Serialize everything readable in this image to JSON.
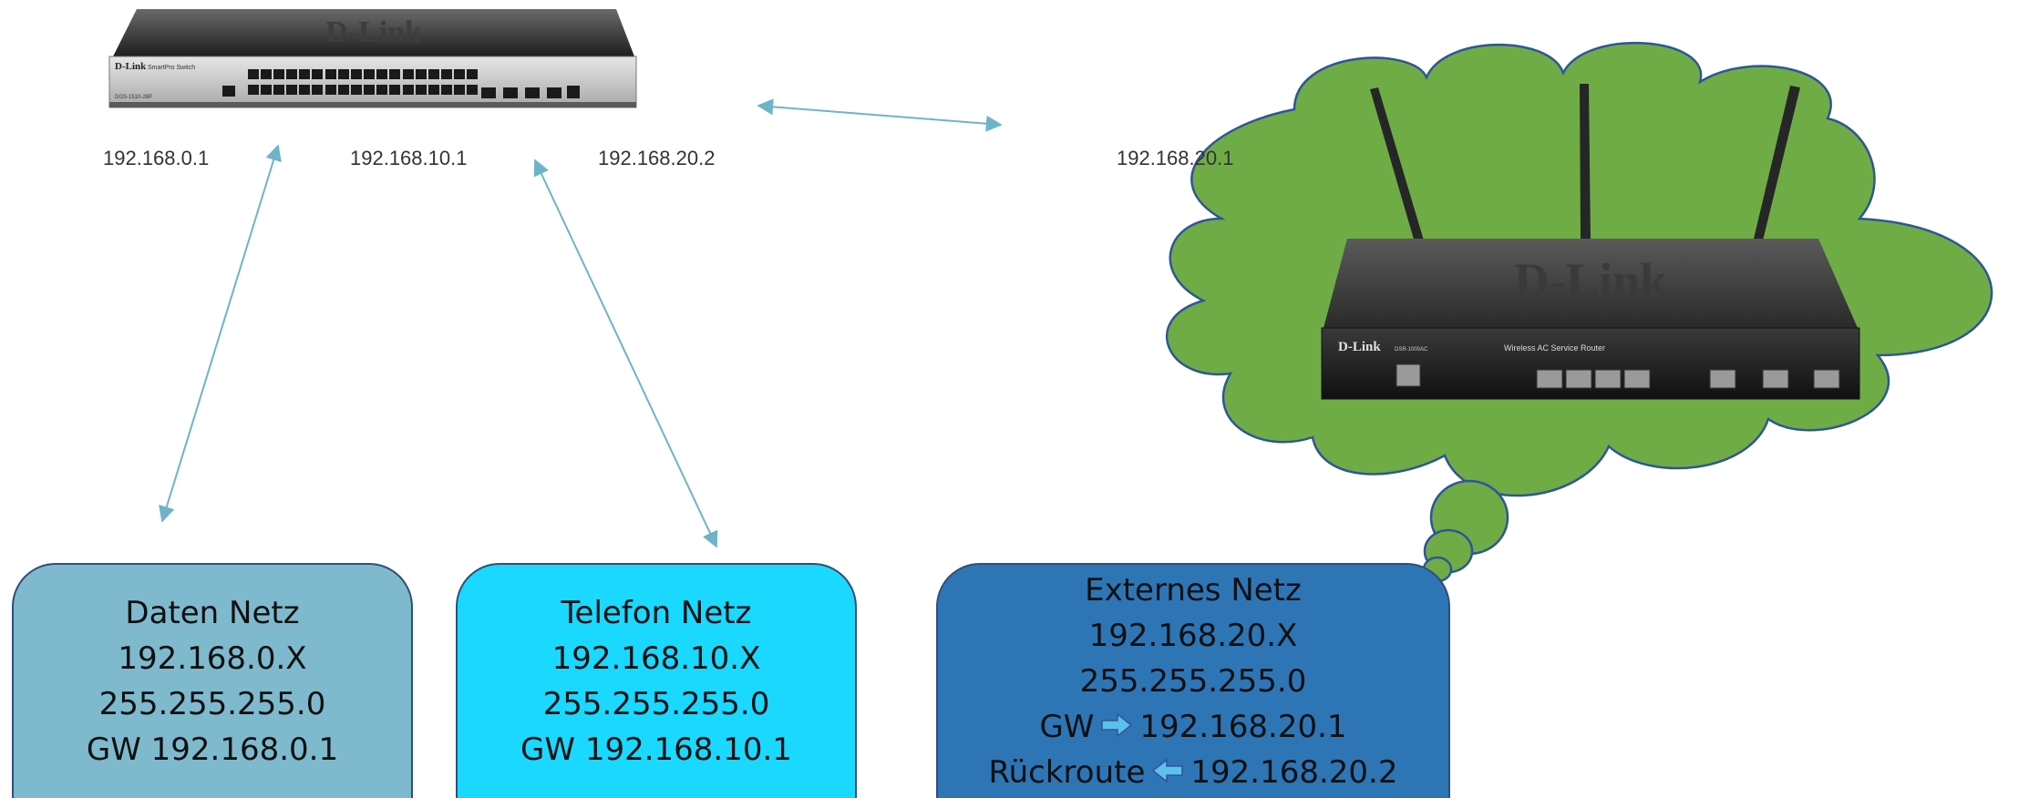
{
  "labels": {
    "switch_ip_daten": "192.168.0.1",
    "switch_ip_telefon": "192.168.10.1",
    "switch_ip_extern": "192.168.20.2",
    "router_ip": "192.168.20.1"
  },
  "switch": {
    "brand": "D-Link",
    "model": "DGS-1510-28P",
    "series": "SmartPro Switch",
    "faceplate_logo": "D-Link"
  },
  "router": {
    "brand": "D-Link",
    "model": "DSR-1000AC",
    "subtitle": "Wireless AC Service Router",
    "faceplate_logo": "D-Link"
  },
  "networks": {
    "daten": {
      "title": "Daten Netz",
      "subnet": "192.168.0.X",
      "mask": "255.255.255.0",
      "gw": "GW 192.168.0.1"
    },
    "telefon": {
      "title": "Telefon Netz",
      "subnet": "192.168.10.X",
      "mask": "255.255.255.0",
      "gw": "GW 192.168.10.1"
    },
    "extern": {
      "title": "Externes Netz",
      "subnet": "192.168.20.X",
      "mask": "255.255.255.0",
      "gw_label": "GW",
      "gw_value": "192.168.20.1",
      "back_label": "Rückroute",
      "back_value": "192.168.20.2"
    }
  },
  "colors": {
    "daten_box": "#7fb9cd",
    "telefon_box": "#1ad8ff",
    "extern_box": "#2e75b6",
    "cloud": "#6fac46",
    "cloud_outline": "#2f5597",
    "link_arrow": "#6fb3c9",
    "small_arrow": "#5bc0eb"
  },
  "icons": [
    "switch-device-icon",
    "router-device-icon",
    "cloud-icon",
    "right-arrow-icon",
    "left-arrow-icon"
  ]
}
